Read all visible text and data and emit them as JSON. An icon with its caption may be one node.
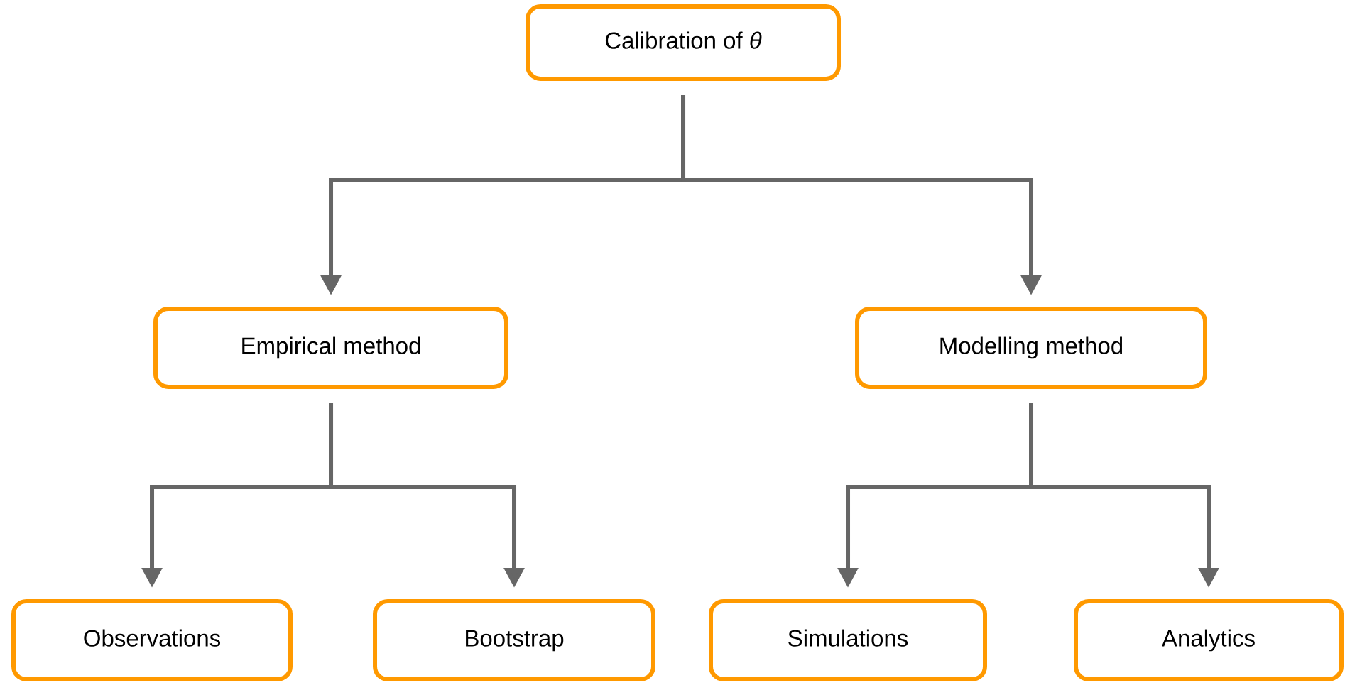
{
  "diagram": {
    "nodes": [
      {
        "text": [
          "Calibration of *θ*"
        ]
      },
      {
        "text": [
          "Empirical method"
        ]
      },
      {
        "text": [
          "Modelling method"
        ]
      },
      {
        "text": [
          "Observations"
        ]
      },
      {
        "text": [
          "Bootstrap"
        ]
      },
      {
        "text": [
          "Simulations"
        ]
      },
      {
        "text": [
          "Analytics"
        ]
      }
    ],
    "edges": [
      {
        "from": 0,
        "to": 1,
        "arrow": "to"
      },
      {
        "from": 0,
        "to": 2,
        "arrow": "to"
      },
      {
        "from": 1,
        "to": 3,
        "arrow": "to"
      },
      {
        "from": 1,
        "to": 4,
        "arrow": "to"
      },
      {
        "from": 2,
        "to": 5,
        "arrow": "to"
      },
      {
        "from": 2,
        "to": 6,
        "arrow": "to"
      }
    ]
  }
}
